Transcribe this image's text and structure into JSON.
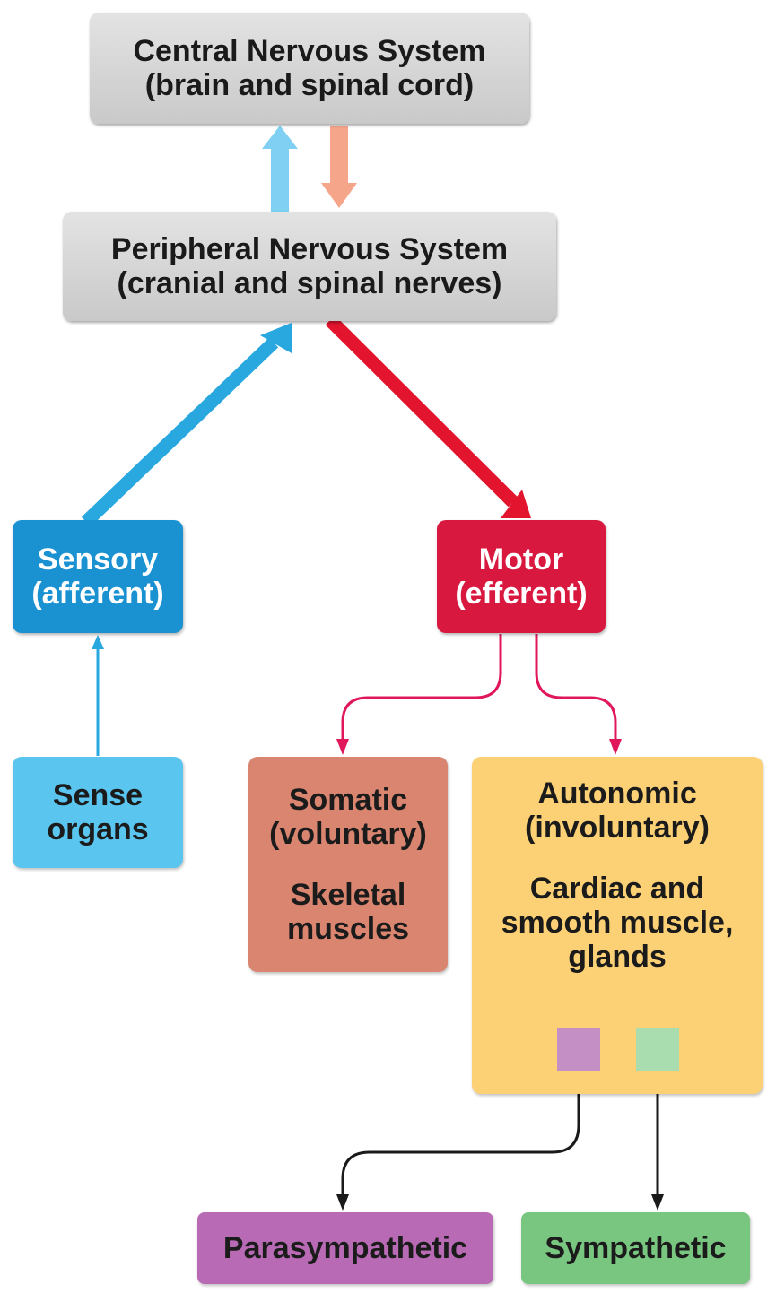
{
  "cns": {
    "title": "Central Nervous System",
    "subtitle": "(brain and spinal cord)"
  },
  "pns": {
    "title": "Peripheral Nervous System",
    "subtitle": "(cranial and spinal nerves)"
  },
  "sensory": {
    "title": "Sensory",
    "subtitle": "(afferent)"
  },
  "motor": {
    "title": "Motor",
    "subtitle": "(efferent)"
  },
  "sense_organs": {
    "line1": "Sense",
    "line2": "organs"
  },
  "somatic": {
    "title": "Somatic",
    "subtitle": "(voluntary)",
    "target1": "Skeletal",
    "target2": "muscles"
  },
  "autonomic": {
    "title": "Autonomic",
    "subtitle": "(involuntary)",
    "target1": "Cardiac and",
    "target2": "smooth muscle,",
    "target3": "glands"
  },
  "parasympathetic": {
    "label": "Parasympathetic"
  },
  "sympathetic": {
    "label": "Sympathetic"
  },
  "colors": {
    "afferent_arrow": "#29a8e0",
    "afferent_light": "#7fd0f2",
    "efferent_arrow": "#e3142d",
    "efferent_light": "#f5a58a",
    "parasympathetic": "#c38fc5",
    "sympathetic": "#a9dcaf"
  }
}
